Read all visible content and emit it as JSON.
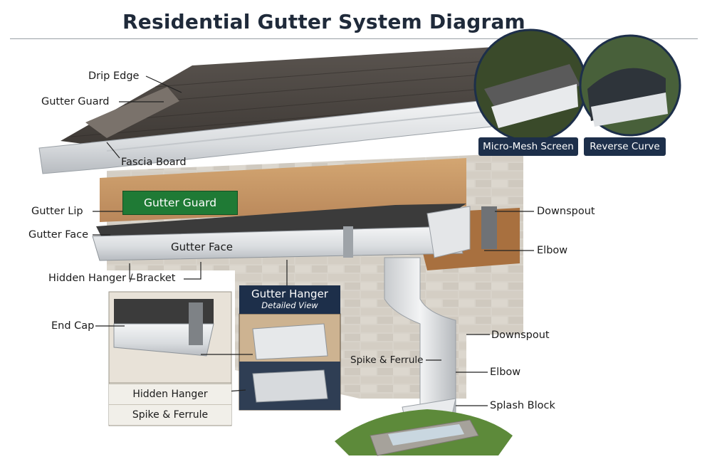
{
  "title": "Residential Gutter System Diagram",
  "tags": {
    "gutter_guard_banner": "Gutter Guard",
    "micro_mesh": "Micro-Mesh Screen",
    "reverse_curve": "Reverse Curve"
  },
  "labels": {
    "drip_edge": "Drip Edge",
    "gutter_guard": "Gutter Guard",
    "fascia_board": "Fascia Board",
    "gutter_lip": "Gutter Lip",
    "gutter_face_left": "Gutter Face",
    "gutter_face_center": "Gutter Face",
    "hidden_hanger_bracket": "Hidden Hanger / Bracket",
    "downspout_top": "Downspout",
    "elbow_top": "Elbow",
    "end_cap": "End Cap",
    "downspout_mid": "Downspout",
    "spike_ferrule_mid": "Spike & Ferrule",
    "elbow_mid": "Elbow",
    "splash_block": "Splash Block"
  },
  "hanger_panel": {
    "title": "Gutter Hanger",
    "subtitle": "Detailed View"
  },
  "inset_captions": {
    "hidden_hanger": "Hidden Hanger",
    "spike_ferrule": "Spike & Ferrule"
  }
}
